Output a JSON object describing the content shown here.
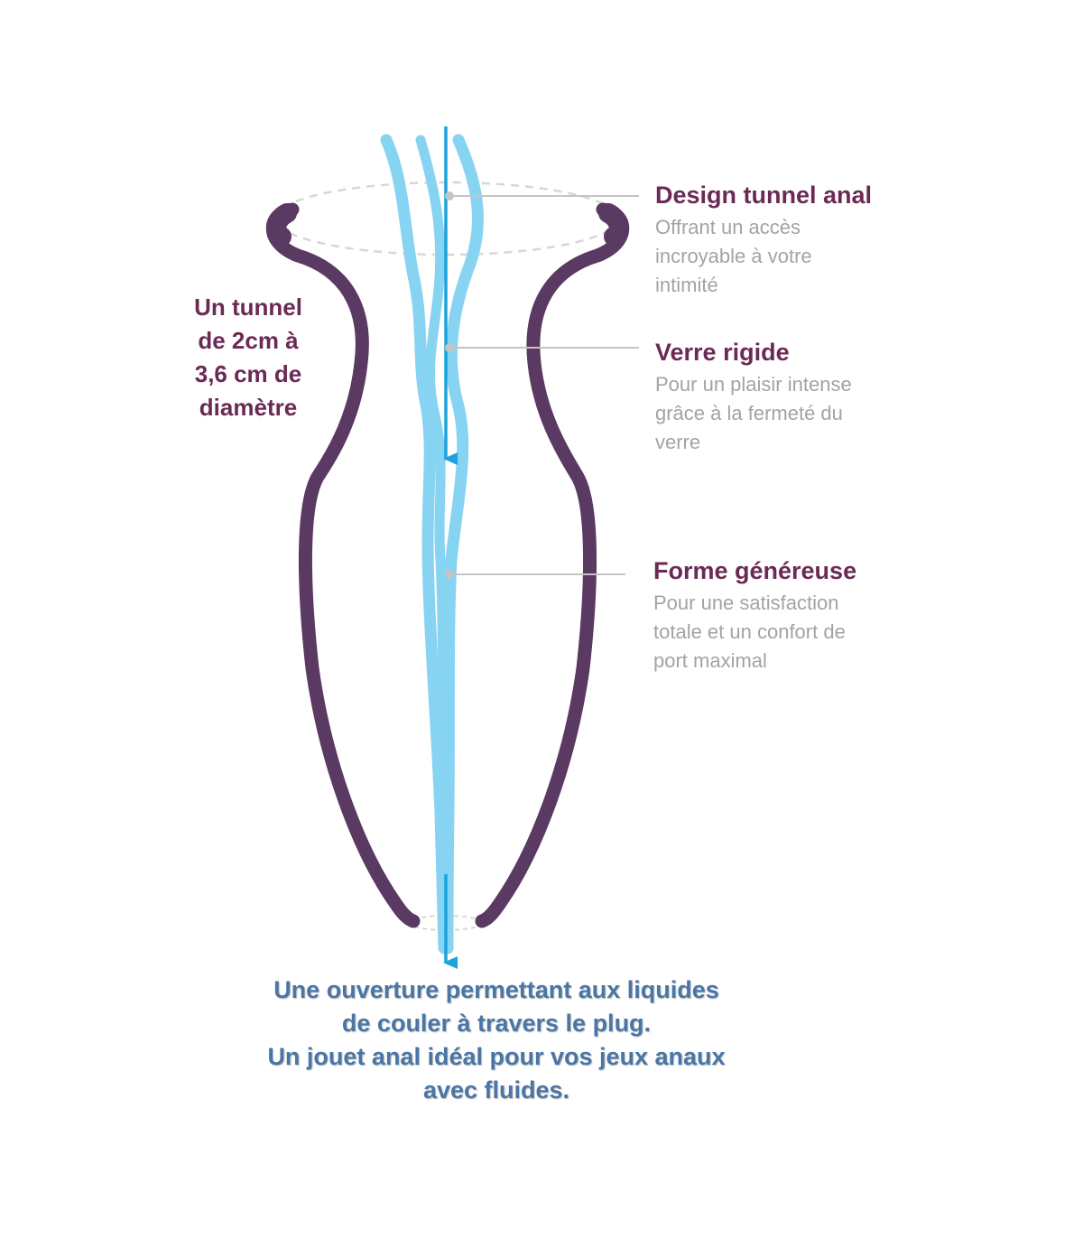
{
  "colors": {
    "plug_outline": "#5a3963",
    "flow_light": "#87d3f2",
    "flow_arrow": "#1aa3dd",
    "callout_title": "#6b2a55",
    "callout_text": "#a3a3a3",
    "caption": "#4a76a6",
    "leader_line": "#c4c4c4"
  },
  "callouts": [
    {
      "title": "Design tunnel anal",
      "description": "Offrant un accès\nincroyable à votre\nintimité"
    },
    {
      "title": "Verre rigide",
      "description": "Pour un plaisir intense\ngrâce à la fermeté du\nverre"
    },
    {
      "title": "Forme généreuse",
      "description": "Pour une satisfaction\ntotale et un confort de\nport maximal"
    }
  ],
  "left_note": "Un tunnel\nde 2cm à\n3,6 cm de\ndiamètre",
  "bottom_caption": "Une ouverture permettant aux liquides\nde couler à travers le plug.\nUn jouet anal idéal pour vos jeux anaux\navec fluides."
}
